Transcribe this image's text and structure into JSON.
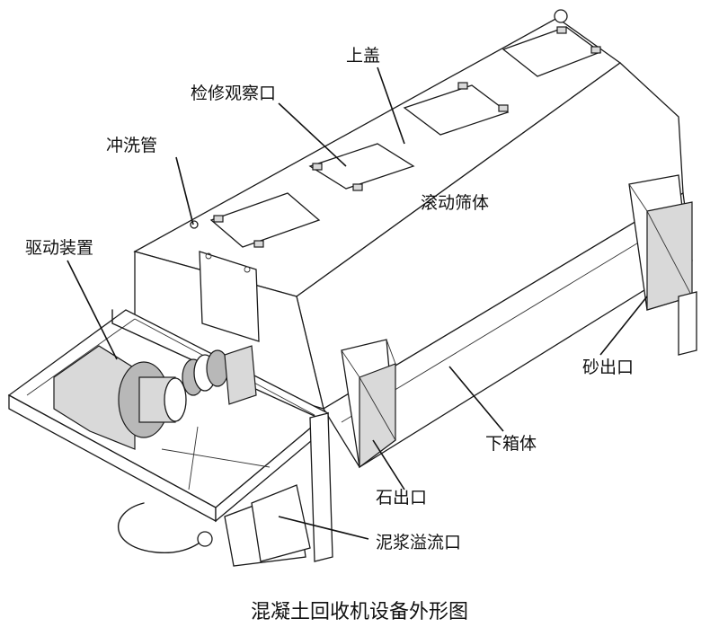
{
  "labels": {
    "upper_cover": "上盖",
    "inspection_port": "检修观察口",
    "flush_pipe": "冲洗管",
    "rotating_screen": "滚动筛体",
    "drive_unit": "驱动装置",
    "sand_outlet": "砂出口",
    "lower_box": "下箱体",
    "stone_outlet": "石出口",
    "slurry_overflow": "泥浆溢流口"
  },
  "caption": "混凝土回收机设备外形图"
}
